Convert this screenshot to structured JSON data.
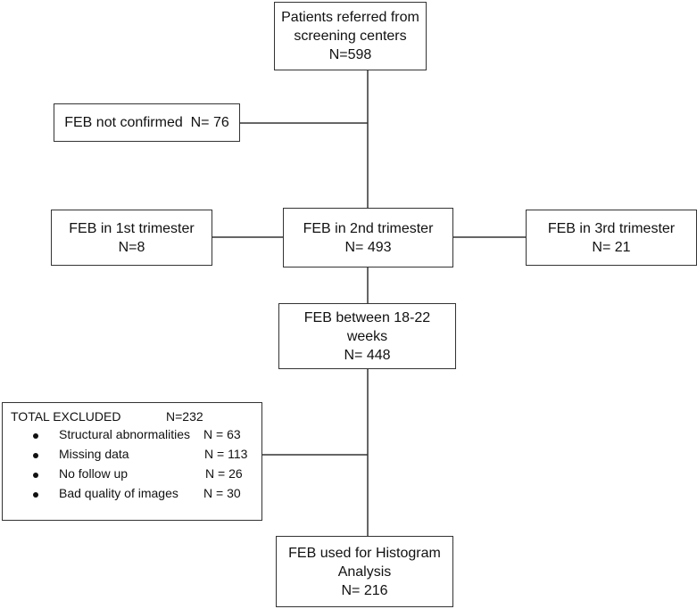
{
  "flowchart": {
    "referred": {
      "lines": [
        "Patients referred from",
        "screening centers",
        "N=598"
      ]
    },
    "not_confirmed": {
      "lines": [
        "FEB not confirmed  N= 76"
      ]
    },
    "first_trimester": {
      "lines": [
        "FEB in 1st trimester",
        "N=8"
      ]
    },
    "second_trimester": {
      "lines": [
        "FEB in 2nd trimester",
        "N= 493"
      ]
    },
    "third_trimester": {
      "lines": [
        "FEB in 3rd trimester",
        "N= 21"
      ]
    },
    "weeks_18_22": {
      "lines": [
        "FEB between 18-22",
        "weeks",
        "N= 448"
      ]
    },
    "excluded": {
      "title": "TOTAL EXCLUDED",
      "total": "N=232",
      "items": [
        {
          "label": "Structural abnormalities",
          "n": "N = 63"
        },
        {
          "label": "Missing data",
          "n": "N = 113"
        },
        {
          "label": "No follow up",
          "n": "N = 26"
        },
        {
          "label": "Bad quality of images",
          "n": "N = 30"
        }
      ]
    },
    "histogram": {
      "lines": [
        "FEB used for Histogram",
        "Analysis",
        "N= 216"
      ]
    }
  }
}
